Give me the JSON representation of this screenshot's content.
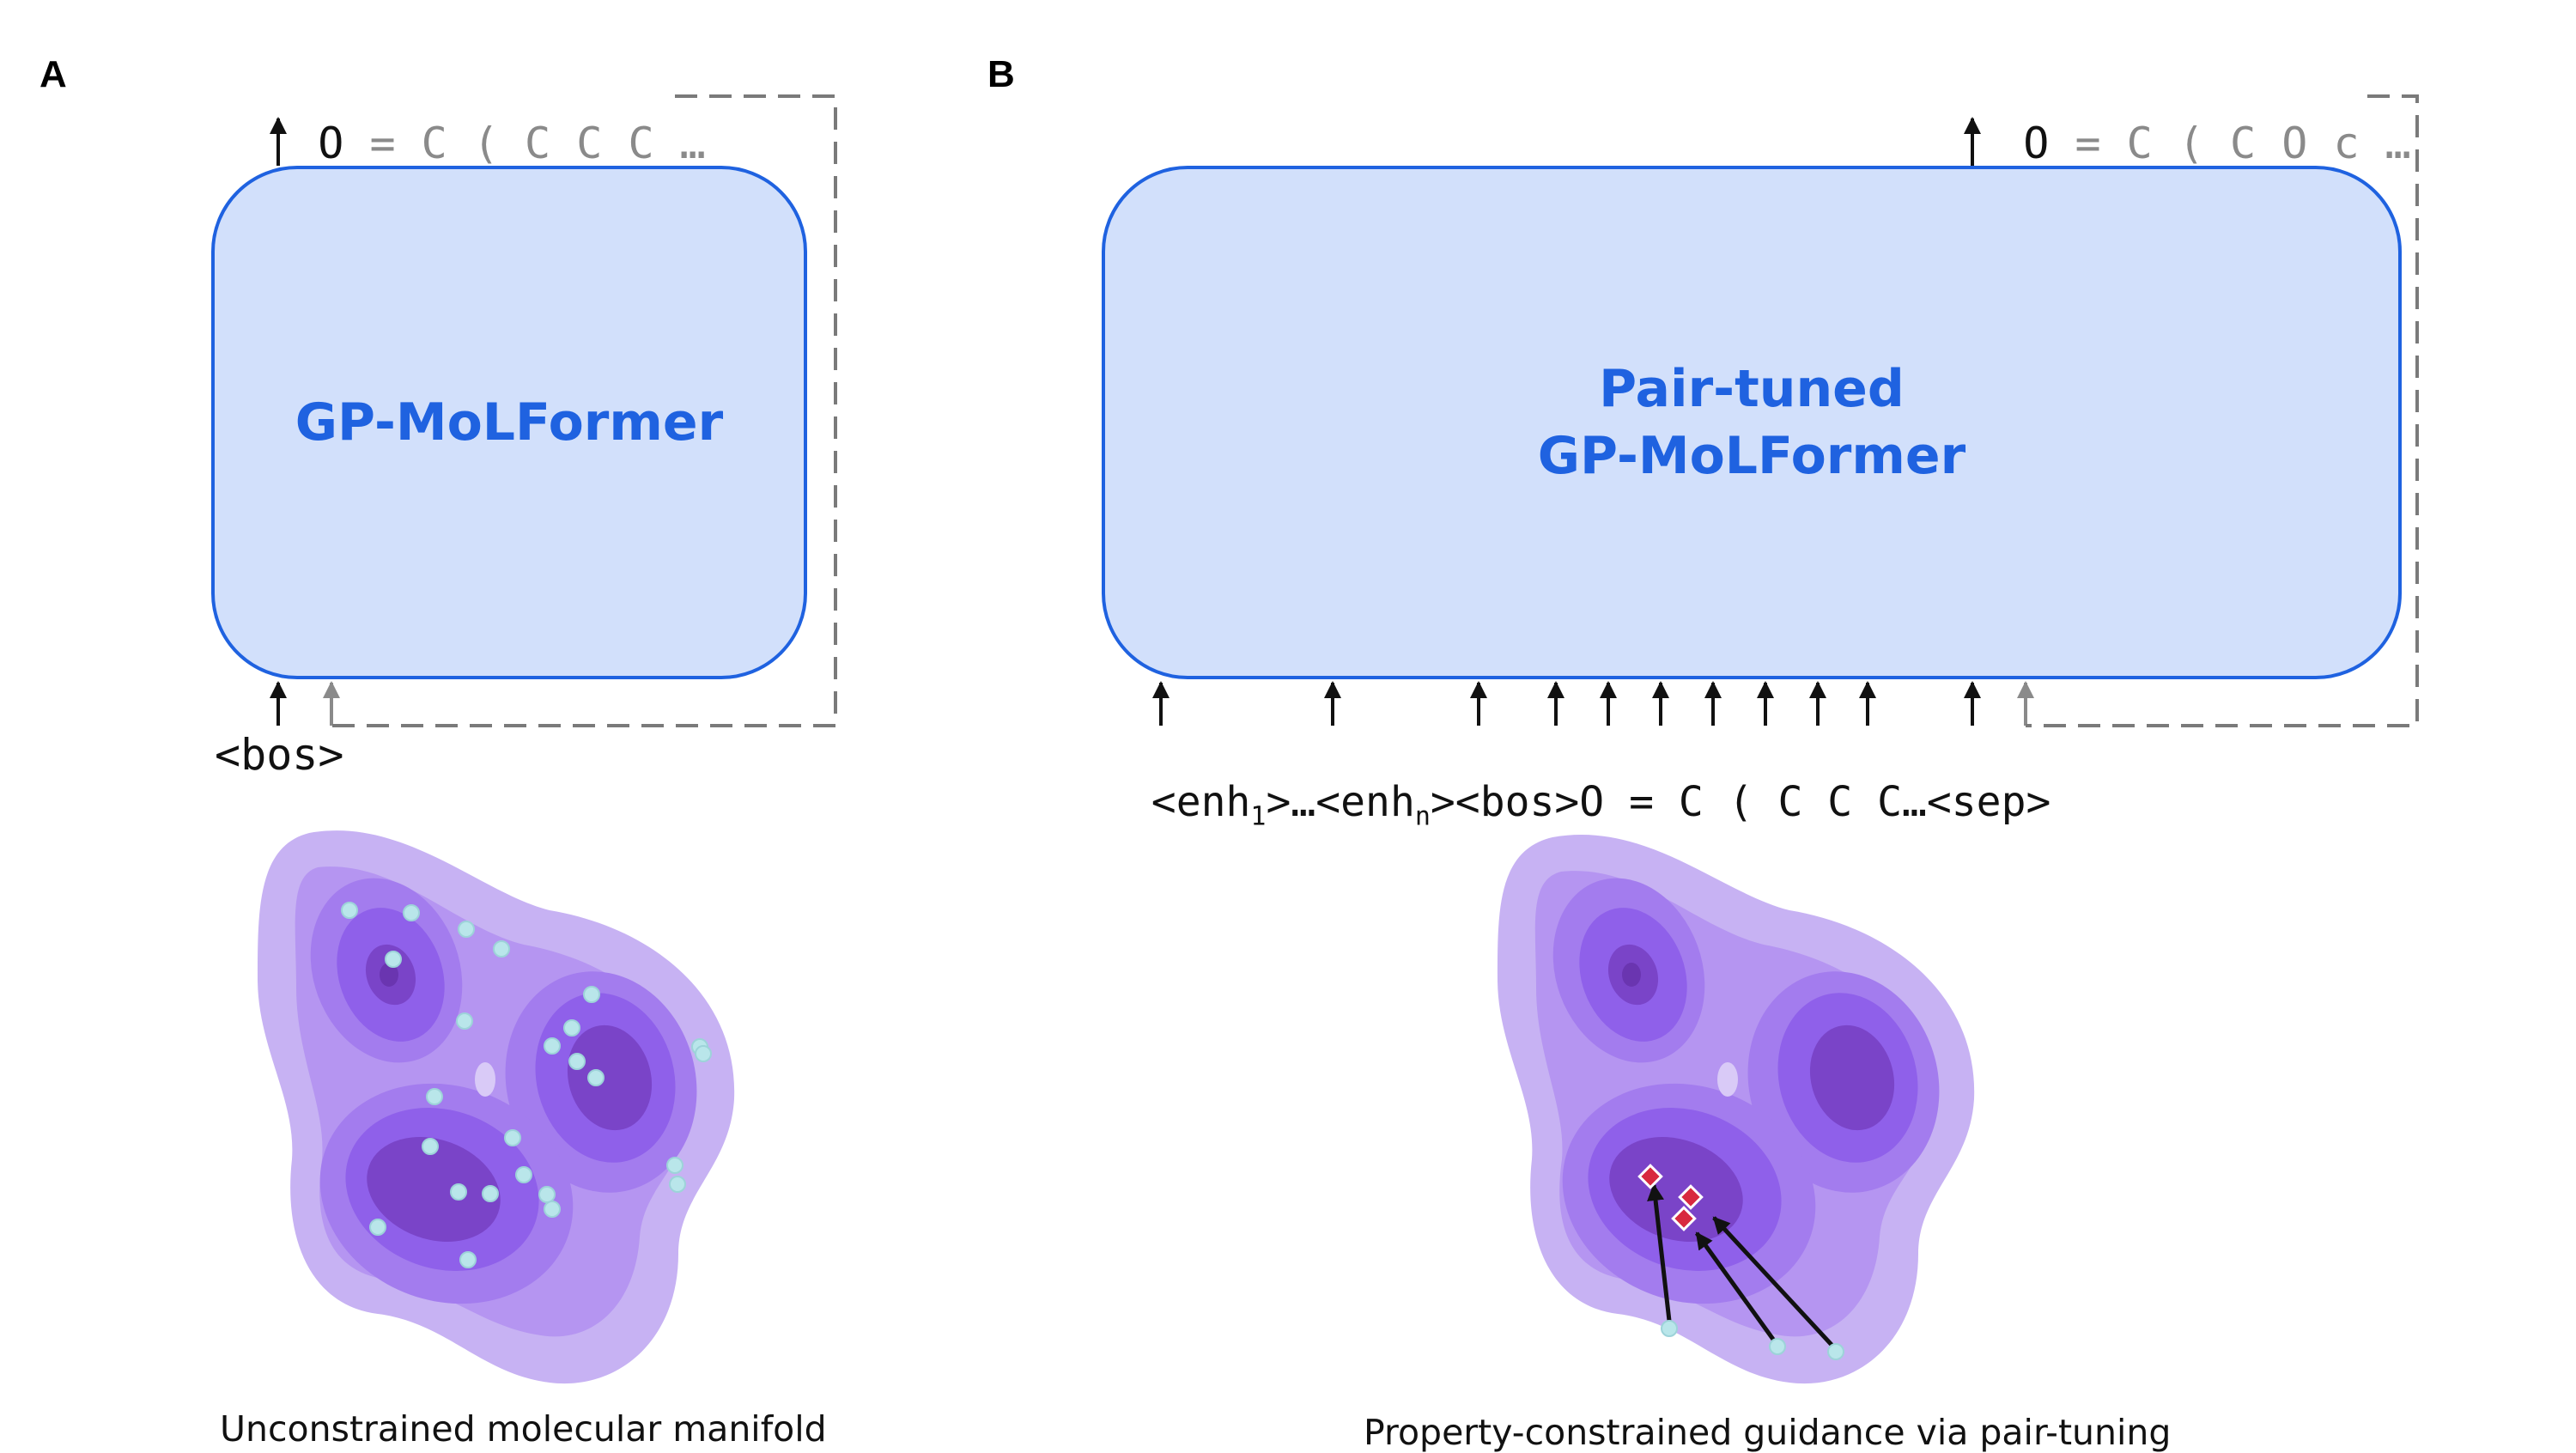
{
  "panels": {
    "a": {
      "label": "A",
      "model_name": "GP-MoLFormer",
      "output_tokens": {
        "first": "O",
        "rest": "= C ( C C C …"
      },
      "input_tokens": "<bos>",
      "caption": "Unconstrained molecular manifold"
    },
    "b": {
      "label": "B",
      "model_name_line1": "Pair-tuned",
      "model_name_line2": "GP-MoLFormer",
      "output_tokens": {
        "first": "O",
        "rest": "= C ( C O c …"
      },
      "input_tokens": {
        "enh_open": "<enh",
        "enh1_sub": "1",
        "enh_mid": ">…<enh",
        "enhn_sub": "n",
        "rest": "><bos>O = C ( C C C…<sep>"
      },
      "caption": "Property-constrained guidance via pair-tuning"
    }
  },
  "colors": {
    "box_fill": "#d2e0fb",
    "box_border": "#1f62e0",
    "title": "#1f62e0",
    "dashed_feedback": "#7a7a7a",
    "contour_levels": [
      "#c7b2f3",
      "#b595f1",
      "#a37cee",
      "#9263ea",
      "#8047e0",
      "#7a44c8",
      "#6a35b0"
    ],
    "sample_point": "#b9e6ea",
    "optimized_point": "#d8293f"
  }
}
